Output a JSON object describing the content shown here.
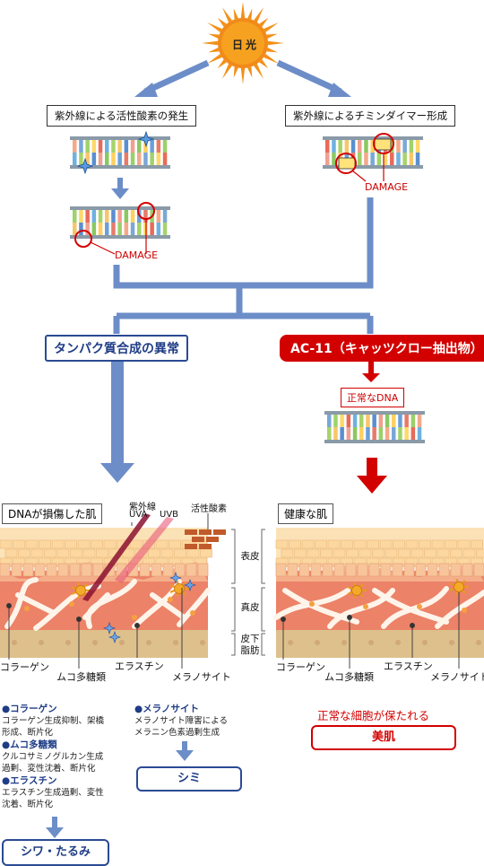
{
  "sun": {
    "label": "日光"
  },
  "left_top": {
    "title": "紫外線による活性酸素の発生",
    "damage": "DAMAGE"
  },
  "right_top": {
    "title": "紫外線によるチミンダイマー形成",
    "damage": "DAMAGE"
  },
  "protein_box": "タンパク質合成の異常",
  "ac11_box": "AC-11（キャッツクロー抽出物）",
  "normal_dna": "正常なDNA",
  "damaged_skin": {
    "title": "DNAが損傷した肌",
    "uv": "紫外線",
    "uva": "UVA",
    "uvb": "UVB",
    "ros": "活性酸素",
    "labels": {
      "collagen": "コラーゲン",
      "muco": "ムコ多糖類",
      "elastin": "エラスチン",
      "melano": "メラノサイト"
    }
  },
  "healthy_skin": {
    "title": "健康な肌",
    "labels": {
      "collagen": "コラーゲン",
      "muco": "ムコ多糖類",
      "elastin": "エラスチン",
      "melano": "メラノサイト"
    }
  },
  "layers": {
    "epidermis": "表皮",
    "dermis": "真皮",
    "subcut_1": "皮下",
    "subcut_2": "脂肪"
  },
  "notes": {
    "collagen_h": "●コラーゲン",
    "collagen_1": "コラーゲン生成抑制、架橋",
    "collagen_2": "形成、断片化",
    "muco_h": "●ムコ多糖類",
    "muco_1": "クルコサミノグルカン生成",
    "muco_2": "過剰、変性沈着、断片化",
    "elastin_h": "●エラスチン",
    "elastin_1": "エラスチン生成過剰、変性",
    "elastin_2": "沈着、断片化",
    "melano_h": "●メラノサイト",
    "melano_1": "メラノサイト障害による",
    "melano_2": "メラニン色素過剰生成"
  },
  "outcomes": {
    "shimi": "シミ",
    "wrinkle": "シワ・たるみ",
    "healthy_text": "正常な細胞が保たれる",
    "bihada": "美肌"
  }
}
